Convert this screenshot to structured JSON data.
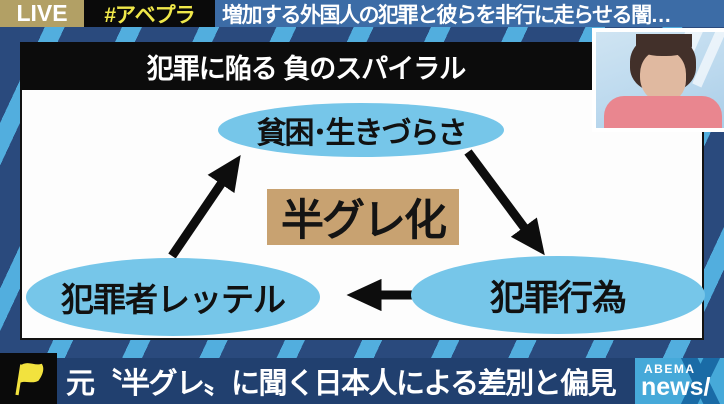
{
  "header": {
    "live_label": "LIVE",
    "hashtag": "#アベプラ",
    "headline": "増加する外国人の犯罪と彼らを非行に走らせる闇…"
  },
  "diagram": {
    "title": "犯罪に陥る 負のスパイラル",
    "center_label": "半グレ化",
    "nodes": {
      "top": "貧困･生きづらさ",
      "bottom_left": "犯罪者レッテル",
      "bottom_right": "犯罪行為"
    },
    "flow": [
      "貧困･生きづらさ → 犯罪行為",
      "犯罪行為 → 犯罪者レッテル",
      "犯罪者レッテル → 貧困･生きづらさ"
    ]
  },
  "ticker": {
    "caption": "元〝半グレ〟に聞く日本人による差別と偏見"
  },
  "logo": {
    "brand_top": "ABEMA",
    "brand_bottom": "news/"
  },
  "colors": {
    "background_navy": "#2a4a7d",
    "stripe_blue": "#52aede",
    "headline_blue": "#3c6ca6",
    "live_tan": "#b2a065",
    "hashtag_yellow": "#f0e84a",
    "node_blue": "#76c6e9",
    "center_box_tan": "#c8a271",
    "ticker_navy": "#21406f",
    "logo_blue": "#46a9d9",
    "flag_yellow": "#f2e23e"
  }
}
